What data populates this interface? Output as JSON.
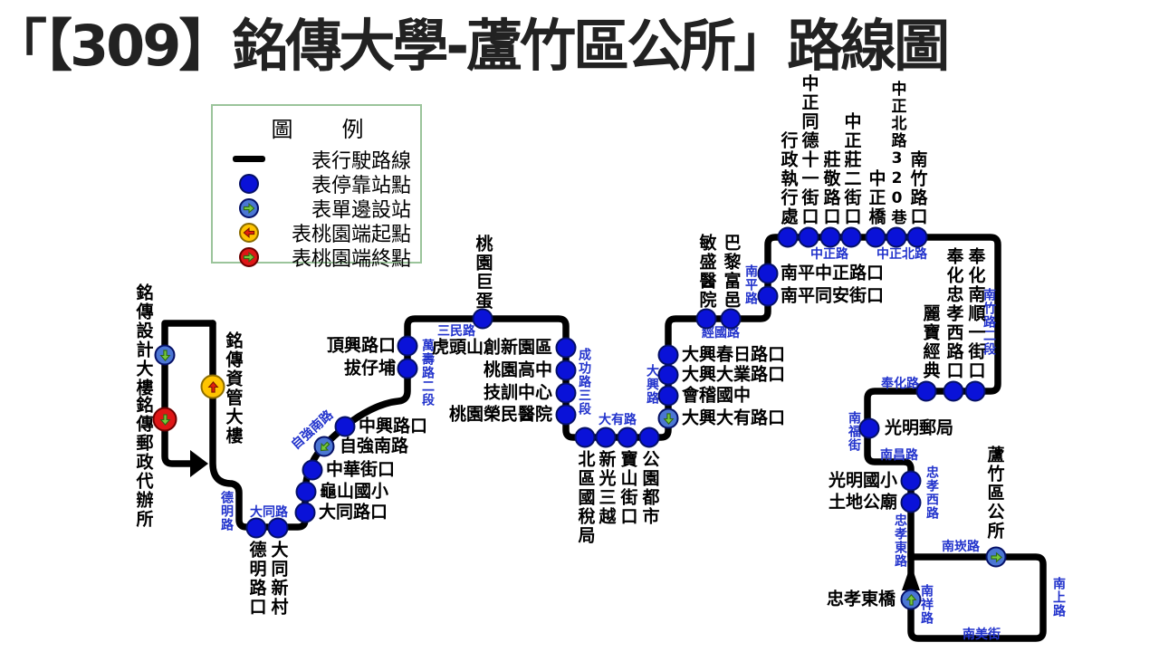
{
  "title": "「【309】銘傳大學-蘆竹區公所」路線圖",
  "legend": {
    "title": "圖　　例",
    "items": [
      {
        "symbol": "route-line",
        "label": "表行駛路線"
      },
      {
        "symbol": "stop-dot",
        "label": "表停靠站點"
      },
      {
        "symbol": "single-side-stop-dot",
        "label": "表單邊設站"
      },
      {
        "symbol": "taoyuan-origin-dot",
        "label": "表桃園端起點"
      },
      {
        "symbol": "taoyuan-terminal-dot",
        "label": "表桃園端終點"
      }
    ]
  },
  "stops": {
    "mingchuan_design_building": "銘傳設計大樓",
    "mingchuan_im_building": "銘傳資管大樓",
    "mingchuan_postal_agency": "銘傳郵政代辦所",
    "deming_rd_intersection": "德明路口",
    "datong_new_village": "大同新村",
    "datong_rd_intersection": "大同路口",
    "guishan_elementary": "龜山國小",
    "zhonghua_st_intersection": "中華街口",
    "ziqiang_s_rd": "自強南路",
    "zhongxing_rd_intersection": "中興路口",
    "bazipu": "拔仔埔",
    "dingxing_rd_intersection": "頂興路口",
    "taoyuan_arena": "桃園巨蛋",
    "hutoushan_innovation_park": "虎頭山創新園區",
    "taoyuan_high_school": "桃園高中",
    "skills_training_center": "技訓中心",
    "taoyuan_veterans_hospital": "桃園榮民醫院",
    "north_district_tax_bureau": "北區國稅局",
    "shin_kong_mitsukoshi": "新光三越",
    "baoshan_st_intersection": "寶山街口",
    "park_city": "公園都市",
    "daxing_dayou_rd_intersection": "大興大有路口",
    "huiji_junior_high": "會稽國中",
    "daxing_daye_rd_intersection": "大興大業路口",
    "daxing_chunri_rd_intersection": "大興春日路口",
    "minsheng_hospital": "敏盛醫院",
    "bali_fuyi": "巴黎富邑",
    "nanping_tongan_st_intersection": "南平同安街口",
    "nanping_zhongzheng_rd_intersection": "南平中正路口",
    "administrative_enforcement_agency": "行政執行處",
    "zhongzheng_tongde_11th_st_intersection": "中正同德十一街口",
    "zhuangjing_rd_intersection": "莊敬路口",
    "zhongzheng_zhuang_2nd_st_intersection": "中正莊二街口",
    "zhongzheng_bridge": "中正橋",
    "zhongzheng_n_rd_lane_320": "中正北路320巷",
    "nanzhu_rd_intersection": "南竹路口",
    "fenghua_nanshun_1st_st_intersection": "奉化南順一街口",
    "fenghua_zhongxiao_w_rd_intersection": "奉化忠孝西路口",
    "libao_classic": "麗寶經典",
    "guangming_post_office": "光明郵局",
    "guangming_elementary": "光明國小",
    "land_temple": "土地公廟",
    "luzhu_district_office": "蘆竹區公所",
    "zhongxiao_e_bridge": "忠孝東橋"
  },
  "roads": {
    "deming_rd": "德明路",
    "datong_rd": "大同路",
    "ziqiang_s_rd": "自強南路",
    "wanshou_rd_sec2": "萬壽路二段",
    "sanmin_rd": "三民路",
    "chenggong_rd_sec3": "成功路三段",
    "dayou_rd": "大有路",
    "daxing_rd": "大興路",
    "jingguo_rd": "經國路",
    "nanping_rd": "南平路",
    "zhongzheng_rd": "中正路",
    "zhongzheng_n_rd": "中正北路",
    "nanzhu_rd_sec2": "南竹路二段",
    "fenghua_rd": "奉化路",
    "nanfu_st": "南福街",
    "nanchang_rd": "南昌路",
    "zhongxiao_w_rd": "忠孝西路",
    "zhongxiao_e_rd": "忠孝東路",
    "nankan_rd": "南崁路",
    "nanxiang_rd": "南祥路",
    "nanshang_rd": "南上路",
    "nanmei_st": "南美街"
  },
  "colors": {
    "route_line": "#000000",
    "stop": "#0a12d8",
    "single_side_stop": "#4b76d4",
    "taoyuan_origin": "#ffc400",
    "taoyuan_terminal": "#df1616",
    "arrow_green": "#76c93e",
    "arrow_red": "#e3200b",
    "road_label": "#2233cc",
    "legend_border": "#9bc49b"
  }
}
